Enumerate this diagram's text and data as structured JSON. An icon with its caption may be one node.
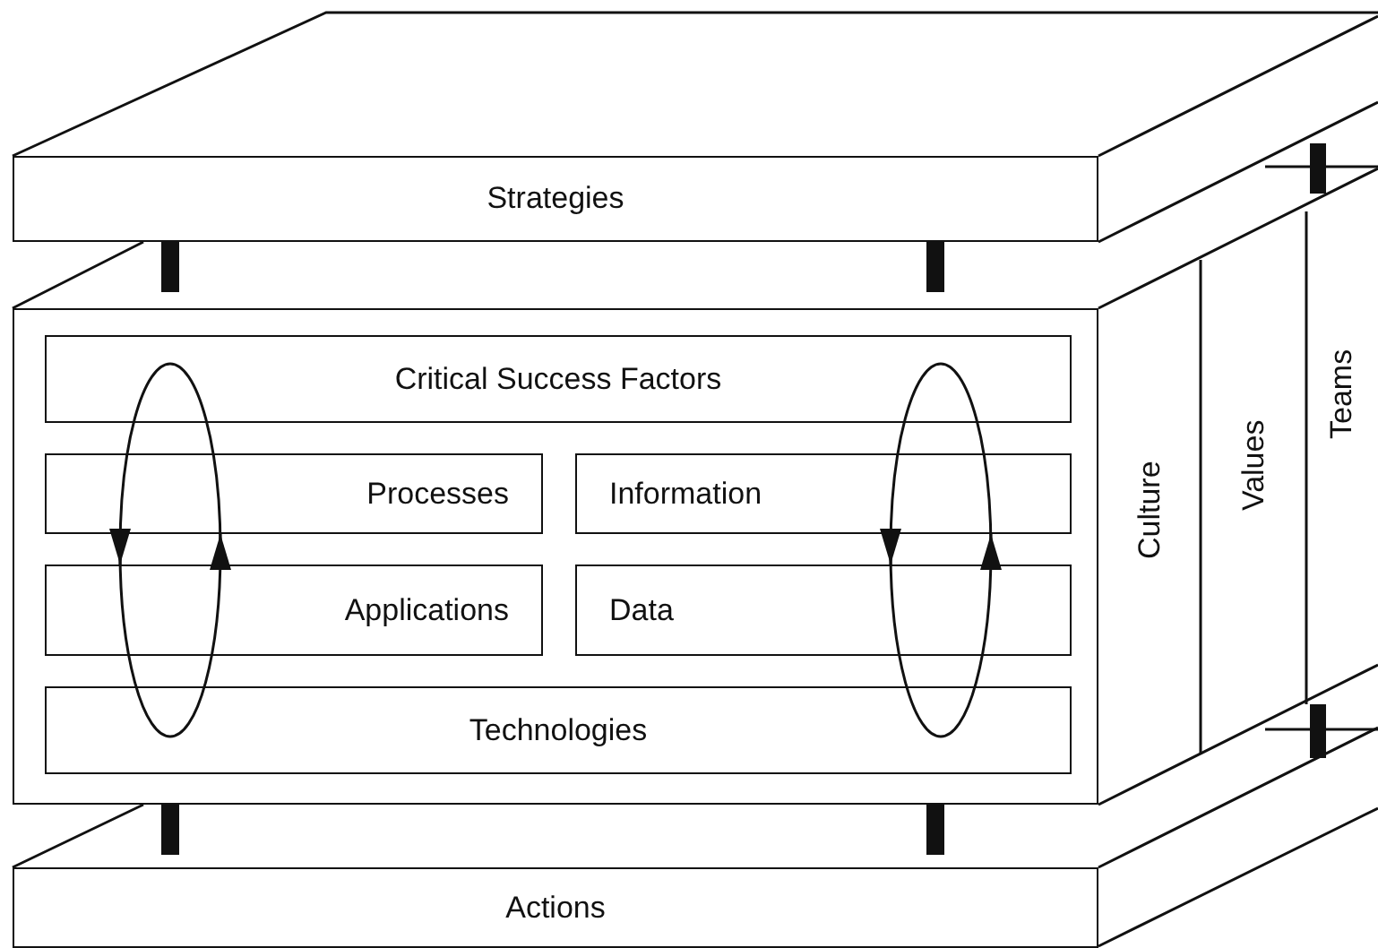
{
  "diagram": {
    "nodes": [
      {
        "text": [
          "Strategies"
        ]
      },
      {
        "text": [],
        "shape": "box"
      },
      {
        "text": [
          "Critical Success Factors"
        ],
        "in": 1
      },
      {
        "text": [
          "Processes"
        ],
        "in": 1
      },
      {
        "text": [
          "Information"
        ],
        "in": 1
      },
      {
        "text": [
          "Applications"
        ],
        "in": 1
      },
      {
        "text": [
          "Data"
        ],
        "in": 1
      },
      {
        "text": [
          "Technologies"
        ],
        "in": 1
      },
      {
        "text": [
          "Culture"
        ]
      },
      {
        "text": [
          "Values"
        ]
      },
      {
        "text": [
          "Teams"
        ]
      },
      {
        "text": [
          "Actions"
        ]
      }
    ],
    "edges": [
      {
        "from": 3,
        "to": 5,
        "arrow": "to"
      },
      {
        "from": 5,
        "to": 3,
        "arrow": "to"
      },
      {
        "from": 4,
        "to": 6,
        "arrow": "to"
      },
      {
        "from": 6,
        "to": 4,
        "arrow": "to"
      }
    ]
  }
}
